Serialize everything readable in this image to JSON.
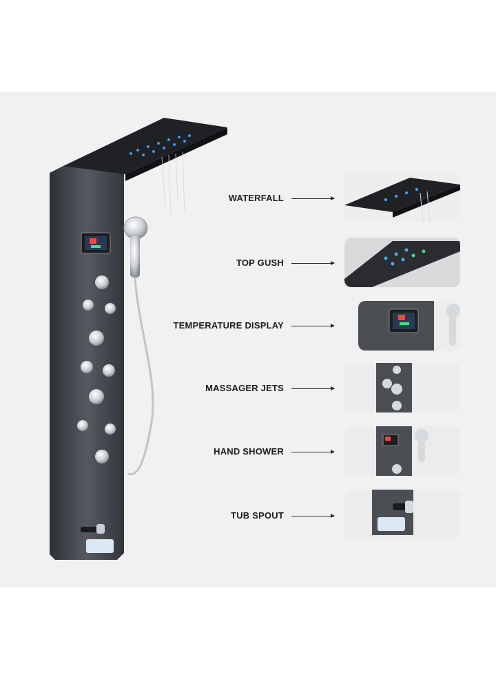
{
  "features": [
    {
      "label": "WATERFALL",
      "icon": "waterfall-thumbnail"
    },
    {
      "label": "TOP GUSH",
      "icon": "top-gush-thumbnail"
    },
    {
      "label": "TEMPERATURE DISPLAY",
      "icon": "temperature-display-thumbnail"
    },
    {
      "label": "MASSAGER JETS",
      "icon": "massager-jets-thumbnail"
    },
    {
      "label": "HAND SHOWER",
      "icon": "hand-shower-thumbnail"
    },
    {
      "label": "TUB SPOUT",
      "icon": "tub-spout-thumbnail"
    }
  ],
  "colors": {
    "background": "#f1f1f1",
    "panel": "#3a3d42",
    "chrome": "#d7dadd",
    "led_blue": "#4aa8ff",
    "led_green": "#3fe08a"
  }
}
